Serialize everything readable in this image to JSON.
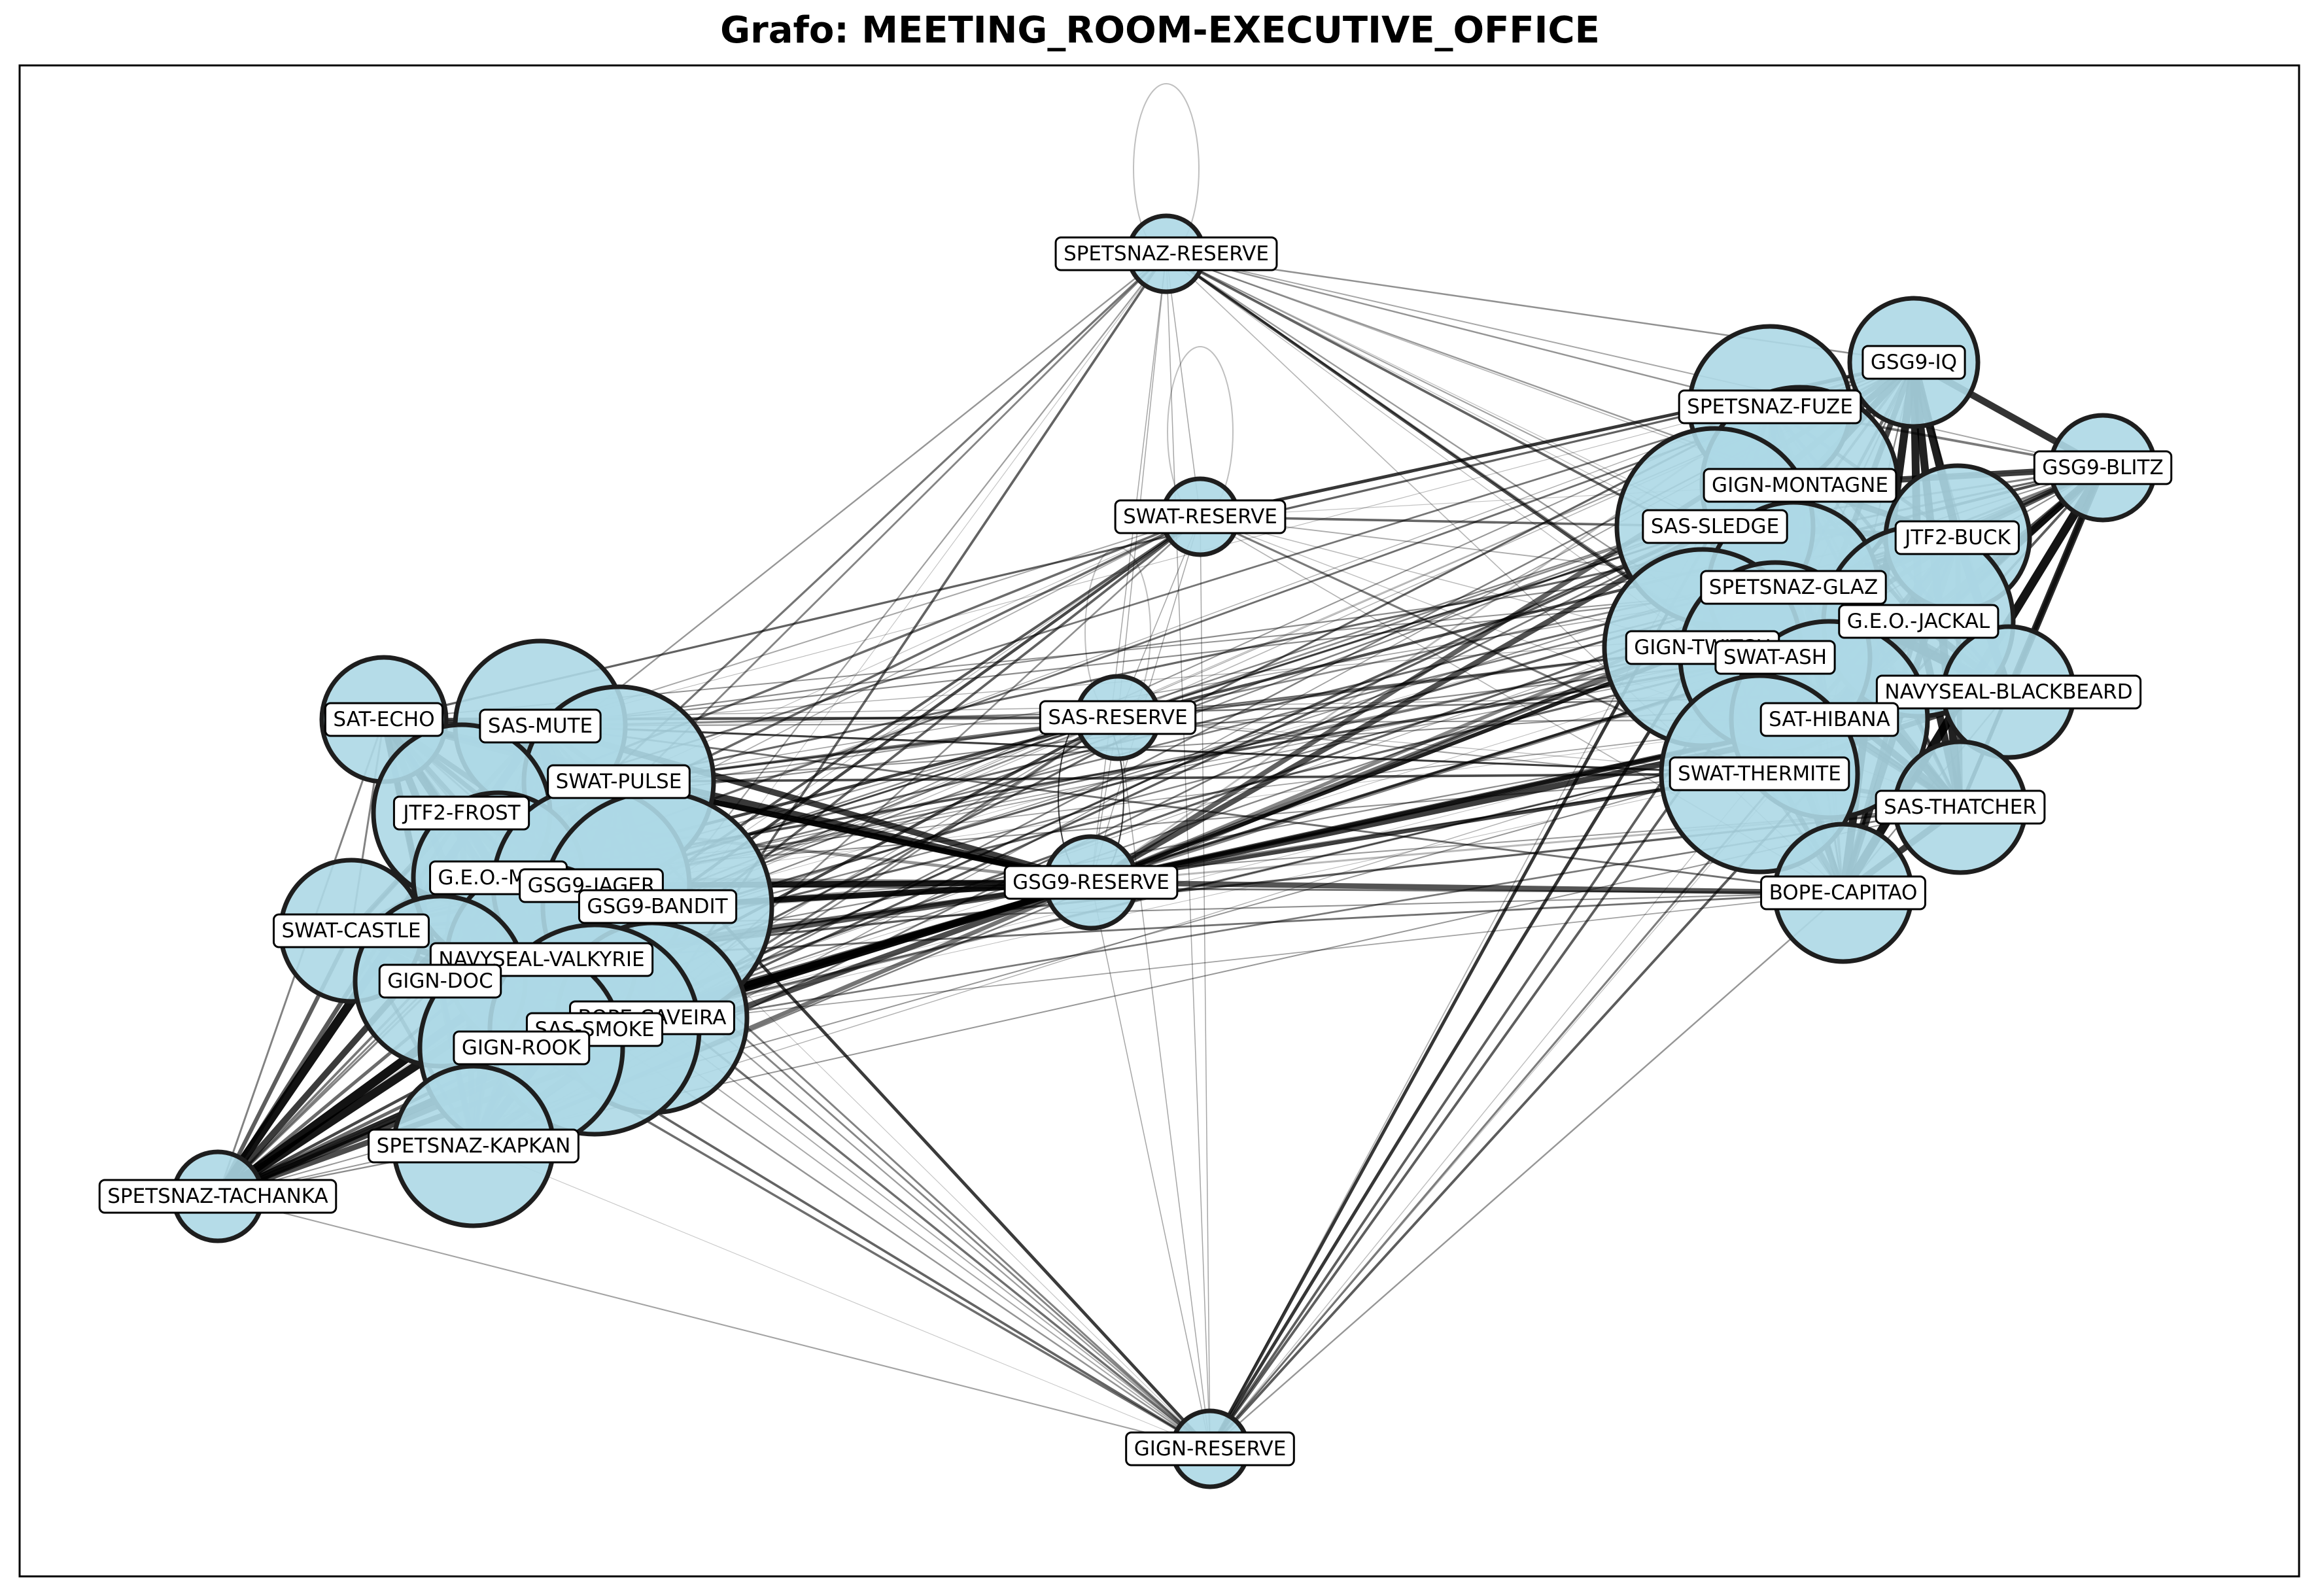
{
  "title": "Grafo: MEETING_ROOM-EXECUTIVE_OFFICE",
  "colors": {
    "node_fill": "#add8e6",
    "node_stroke": "#1e1e1e",
    "edge": "#000000",
    "label_bg": "#ffffff",
    "label_border": "#000000",
    "frame": "#000000"
  },
  "nodes": [
    {
      "id": "SPETSNAZ-RESERVE",
      "label": "SPETSNAZ-RESERVE"
    },
    {
      "id": "SWAT-RESERVE",
      "label": "SWAT-RESERVE"
    },
    {
      "id": "SAS-RESERVE",
      "label": "SAS-RESERVE"
    },
    {
      "id": "GSG9-RESERVE",
      "label": "GSG9-RESERVE"
    },
    {
      "id": "GIGN-RESERVE",
      "label": "GIGN-RESERVE"
    },
    {
      "id": "SAT-ECHO",
      "label": "SAT-ECHO"
    },
    {
      "id": "SAS-MUTE",
      "label": "SAS-MUTE"
    },
    {
      "id": "SWAT-PULSE",
      "label": "SWAT-PULSE"
    },
    {
      "id": "JTF2-FROST",
      "label": "JTF2-FROST"
    },
    {
      "id": "G.E.O.-MIRA",
      "label": "G.E.O.-MIRA"
    },
    {
      "id": "GSG9-JAGER",
      "label": "GSG9-JAGER"
    },
    {
      "id": "GSG9-BANDIT",
      "label": "GSG9-BANDIT"
    },
    {
      "id": "SWAT-CASTLE",
      "label": "SWAT-CASTLE"
    },
    {
      "id": "NAVYSEAL-VALKYRIE",
      "label": "NAVYSEAL-VALKYRIE"
    },
    {
      "id": "GIGN-DOC",
      "label": "GIGN-DOC"
    },
    {
      "id": "BOPE-CAVEIRA",
      "label": "BOPE-CAVEIRA"
    },
    {
      "id": "SAS-SMOKE",
      "label": "SAS-SMOKE"
    },
    {
      "id": "GIGN-ROOK",
      "label": "GIGN-ROOK"
    },
    {
      "id": "SPETSNAZ-KAPKAN",
      "label": "SPETSNAZ-KAPKAN"
    },
    {
      "id": "SPETSNAZ-TACHANKA",
      "label": "SPETSNAZ-TACHANKA"
    },
    {
      "id": "GSG9-IQ",
      "label": "GSG9-IQ"
    },
    {
      "id": "SPETSNAZ-FUZE",
      "label": "SPETSNAZ-FUZE"
    },
    {
      "id": "GSG9-BLITZ",
      "label": "GSG9-BLITZ"
    },
    {
      "id": "GIGN-MONTAGNE",
      "label": "GIGN-MONTAGNE"
    },
    {
      "id": "SAS-SLEDGE",
      "label": "SAS-SLEDGE"
    },
    {
      "id": "JTF2-BUCK",
      "label": "JTF2-BUCK"
    },
    {
      "id": "SPETSNAZ-GLAZ",
      "label": "SPETSNAZ-GLAZ"
    },
    {
      "id": "G.E.O.-JACKAL",
      "label": "G.E.O.-JACKAL"
    },
    {
      "id": "GIGN-TWITCH",
      "label": "GIGN-TWITCH"
    },
    {
      "id": "SWAT-ASH",
      "label": "SWAT-ASH"
    },
    {
      "id": "NAVYSEAL-BLACKBEARD",
      "label": "NAVYSEAL-BLACKBEARD"
    },
    {
      "id": "SAT-HIBANA",
      "label": "SAT-HIBANA"
    },
    {
      "id": "SWAT-THERMITE",
      "label": "SWAT-THERMITE"
    },
    {
      "id": "SAS-THATCHER",
      "label": "SAS-THATCHER"
    },
    {
      "id": "BOPE-CAPITAO",
      "label": "BOPE-CAPITAO"
    }
  ]
}
